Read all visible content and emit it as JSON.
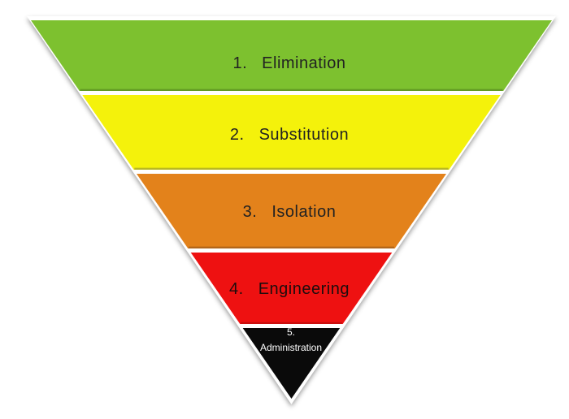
{
  "pyramid": {
    "background_color": "#ffffff",
    "outline_color": "#ffffff",
    "levels": [
      {
        "number": "1.",
        "label": "Elimination",
        "color": "#7dc12f",
        "edge_color": "#639b25",
        "text_color": "#222222"
      },
      {
        "number": "2.",
        "label": "Substitution",
        "color": "#f4f20b",
        "edge_color": "#b9b921",
        "text_color": "#222222"
      },
      {
        "number": "3.",
        "label": "Isolation",
        "color": "#e3821b",
        "edge_color": "#b3661a",
        "text_color": "#222222"
      },
      {
        "number": "4.",
        "label": "Engineering",
        "color": "#ee1111",
        "edge_color": "#c40e0e",
        "text_color": "#1e0d0d"
      },
      {
        "number": "5.",
        "label": "Administration",
        "color": "#0a0a0a",
        "edge_color": "#0a0a0a",
        "text_color": "#ffffff"
      }
    ]
  }
}
